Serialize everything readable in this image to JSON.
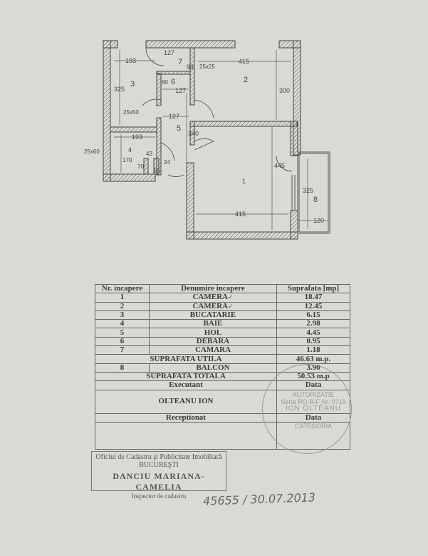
{
  "plan": {
    "room_numbers": [
      "1",
      "2",
      "3",
      "4",
      "5",
      "6",
      "7",
      "8"
    ],
    "dimensions": {
      "d193a": "193",
      "d127a": "127",
      "d93": "93",
      "d25x25": "25x25",
      "d415a": "415",
      "d325a": "325",
      "d80": "80",
      "d127b": "127",
      "d300": "300",
      "d25x50": "25x50",
      "d127c": "127",
      "d340": "340",
      "d193b": "193",
      "d25x60": "25x60",
      "d170": "170",
      "d43": "43",
      "d70": "70",
      "d55": "55",
      "d24": "24",
      "d445": "445",
      "d325b": "325",
      "d415b": "415",
      "d120": "120"
    }
  },
  "table": {
    "headers": [
      "Nr. incapere",
      "Denumire incapere",
      "Suprafata [mp]"
    ],
    "rows": [
      {
        "nr": "1",
        "name": "CAMERA",
        "area": "18.47",
        "mark": "✓"
      },
      {
        "nr": "2",
        "name": "CAMERA",
        "area": "12.45",
        "mark": "✓"
      },
      {
        "nr": "3",
        "name": "BUCATARIE",
        "area": "6.15"
      },
      {
        "nr": "4",
        "name": "BAIE",
        "area": "2.98"
      },
      {
        "nr": "5",
        "name": "HOL",
        "area": "4.45"
      },
      {
        "nr": "6",
        "name": "DEBARA",
        "area": "0.95"
      },
      {
        "nr": "7",
        "name": "CAMARA",
        "area": "1.18"
      }
    ],
    "utila_label": "SUPRAFATA UTILA",
    "utila_value": "46.63 m.p.",
    "balcon": {
      "nr": "8",
      "name": "BALCON",
      "area": "3.90"
    },
    "totala_label": "SUPRAFATA TOTALA",
    "totala_value": "50.53 m.p",
    "executant_label": "Executant",
    "data_label": "Data",
    "executant_name": "OLTEANU ION",
    "receptionat_label": "Receptionat",
    "data_label2": "Data"
  },
  "office_stamp": {
    "line1": "Oficiul de Cadastru şi Publicitate Imobiliară",
    "line2": "BUCUREŞTI",
    "line3": "DANCIU MARIANA-CAMELIA",
    "line4": "Inspector de cadastru"
  },
  "round_stamp": {
    "line1": "AUTORIZATIE",
    "line2": "Seria RO-B-F Nr. 0719",
    "line3": "ION OLTEANU",
    "line4": "CATEGORIA"
  },
  "handwritten_note": "45655 / 30.07.2013"
}
